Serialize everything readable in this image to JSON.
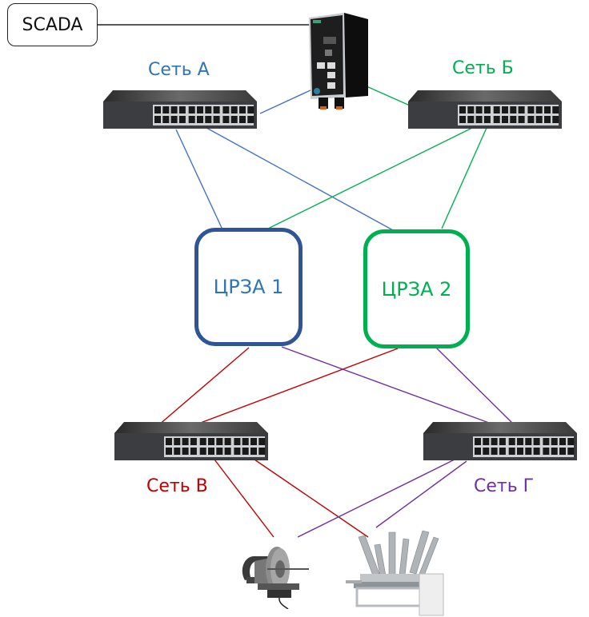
{
  "diagram": {
    "scada": {
      "label": "SCADA"
    },
    "gateway": {
      "name": "managed-switch-gateway"
    },
    "networks": [
      {
        "id": "A",
        "label": "Сеть А",
        "color": "#2E75B6",
        "line_color": "#4472C4"
      },
      {
        "id": "B",
        "label": "Сеть Б",
        "color": "#00B050",
        "line_color": "#00B050"
      },
      {
        "id": "V",
        "label": "Сеть В",
        "color": "#C00000",
        "line_color": "#C00000"
      },
      {
        "id": "G",
        "label": "Сеть Г",
        "color": "#7030A0",
        "line_color": "#7030A0"
      }
    ],
    "relays": [
      {
        "label": "ЦРЗА 1",
        "text_color": "#2E75B6",
        "border_color": "#2F5597"
      },
      {
        "label": "ЦРЗА 2",
        "text_color": "#00B050",
        "border_color": "#00B050"
      }
    ],
    "field_devices": [
      {
        "name": "current-transformer"
      },
      {
        "name": "circuit-breaker"
      }
    ],
    "connections": [
      {
        "from": "SCADA",
        "to": "gateway",
        "color": "#222222"
      },
      {
        "from": "gateway",
        "to": "Сеть А",
        "color": "#4472C4"
      },
      {
        "from": "gateway",
        "to": "Сеть Б",
        "color": "#00B050"
      },
      {
        "from": "Сеть А",
        "to": "ЦРЗА 1",
        "color": "#4472C4"
      },
      {
        "from": "Сеть А",
        "to": "ЦРЗА 2",
        "color": "#4472C4"
      },
      {
        "from": "Сеть Б",
        "to": "ЦРЗА 1",
        "color": "#00B050"
      },
      {
        "from": "Сеть Б",
        "to": "ЦРЗА 2",
        "color": "#00B050"
      },
      {
        "from": "ЦРЗА 1",
        "to": "Сеть В",
        "color": "#C00000"
      },
      {
        "from": "ЦРЗА 2",
        "to": "Сеть В",
        "color": "#C00000"
      },
      {
        "from": "ЦРЗА 1",
        "to": "Сеть Г",
        "color": "#7030A0"
      },
      {
        "from": "ЦРЗА 2",
        "to": "Сеть Г",
        "color": "#7030A0"
      },
      {
        "from": "Сеть В",
        "to": "current-transformer",
        "color": "#C00000"
      },
      {
        "from": "Сеть В",
        "to": "circuit-breaker",
        "color": "#C00000"
      },
      {
        "from": "Сеть Г",
        "to": "current-transformer",
        "color": "#7030A0"
      },
      {
        "from": "Сеть Г",
        "to": "circuit-breaker",
        "color": "#7030A0"
      }
    ]
  }
}
